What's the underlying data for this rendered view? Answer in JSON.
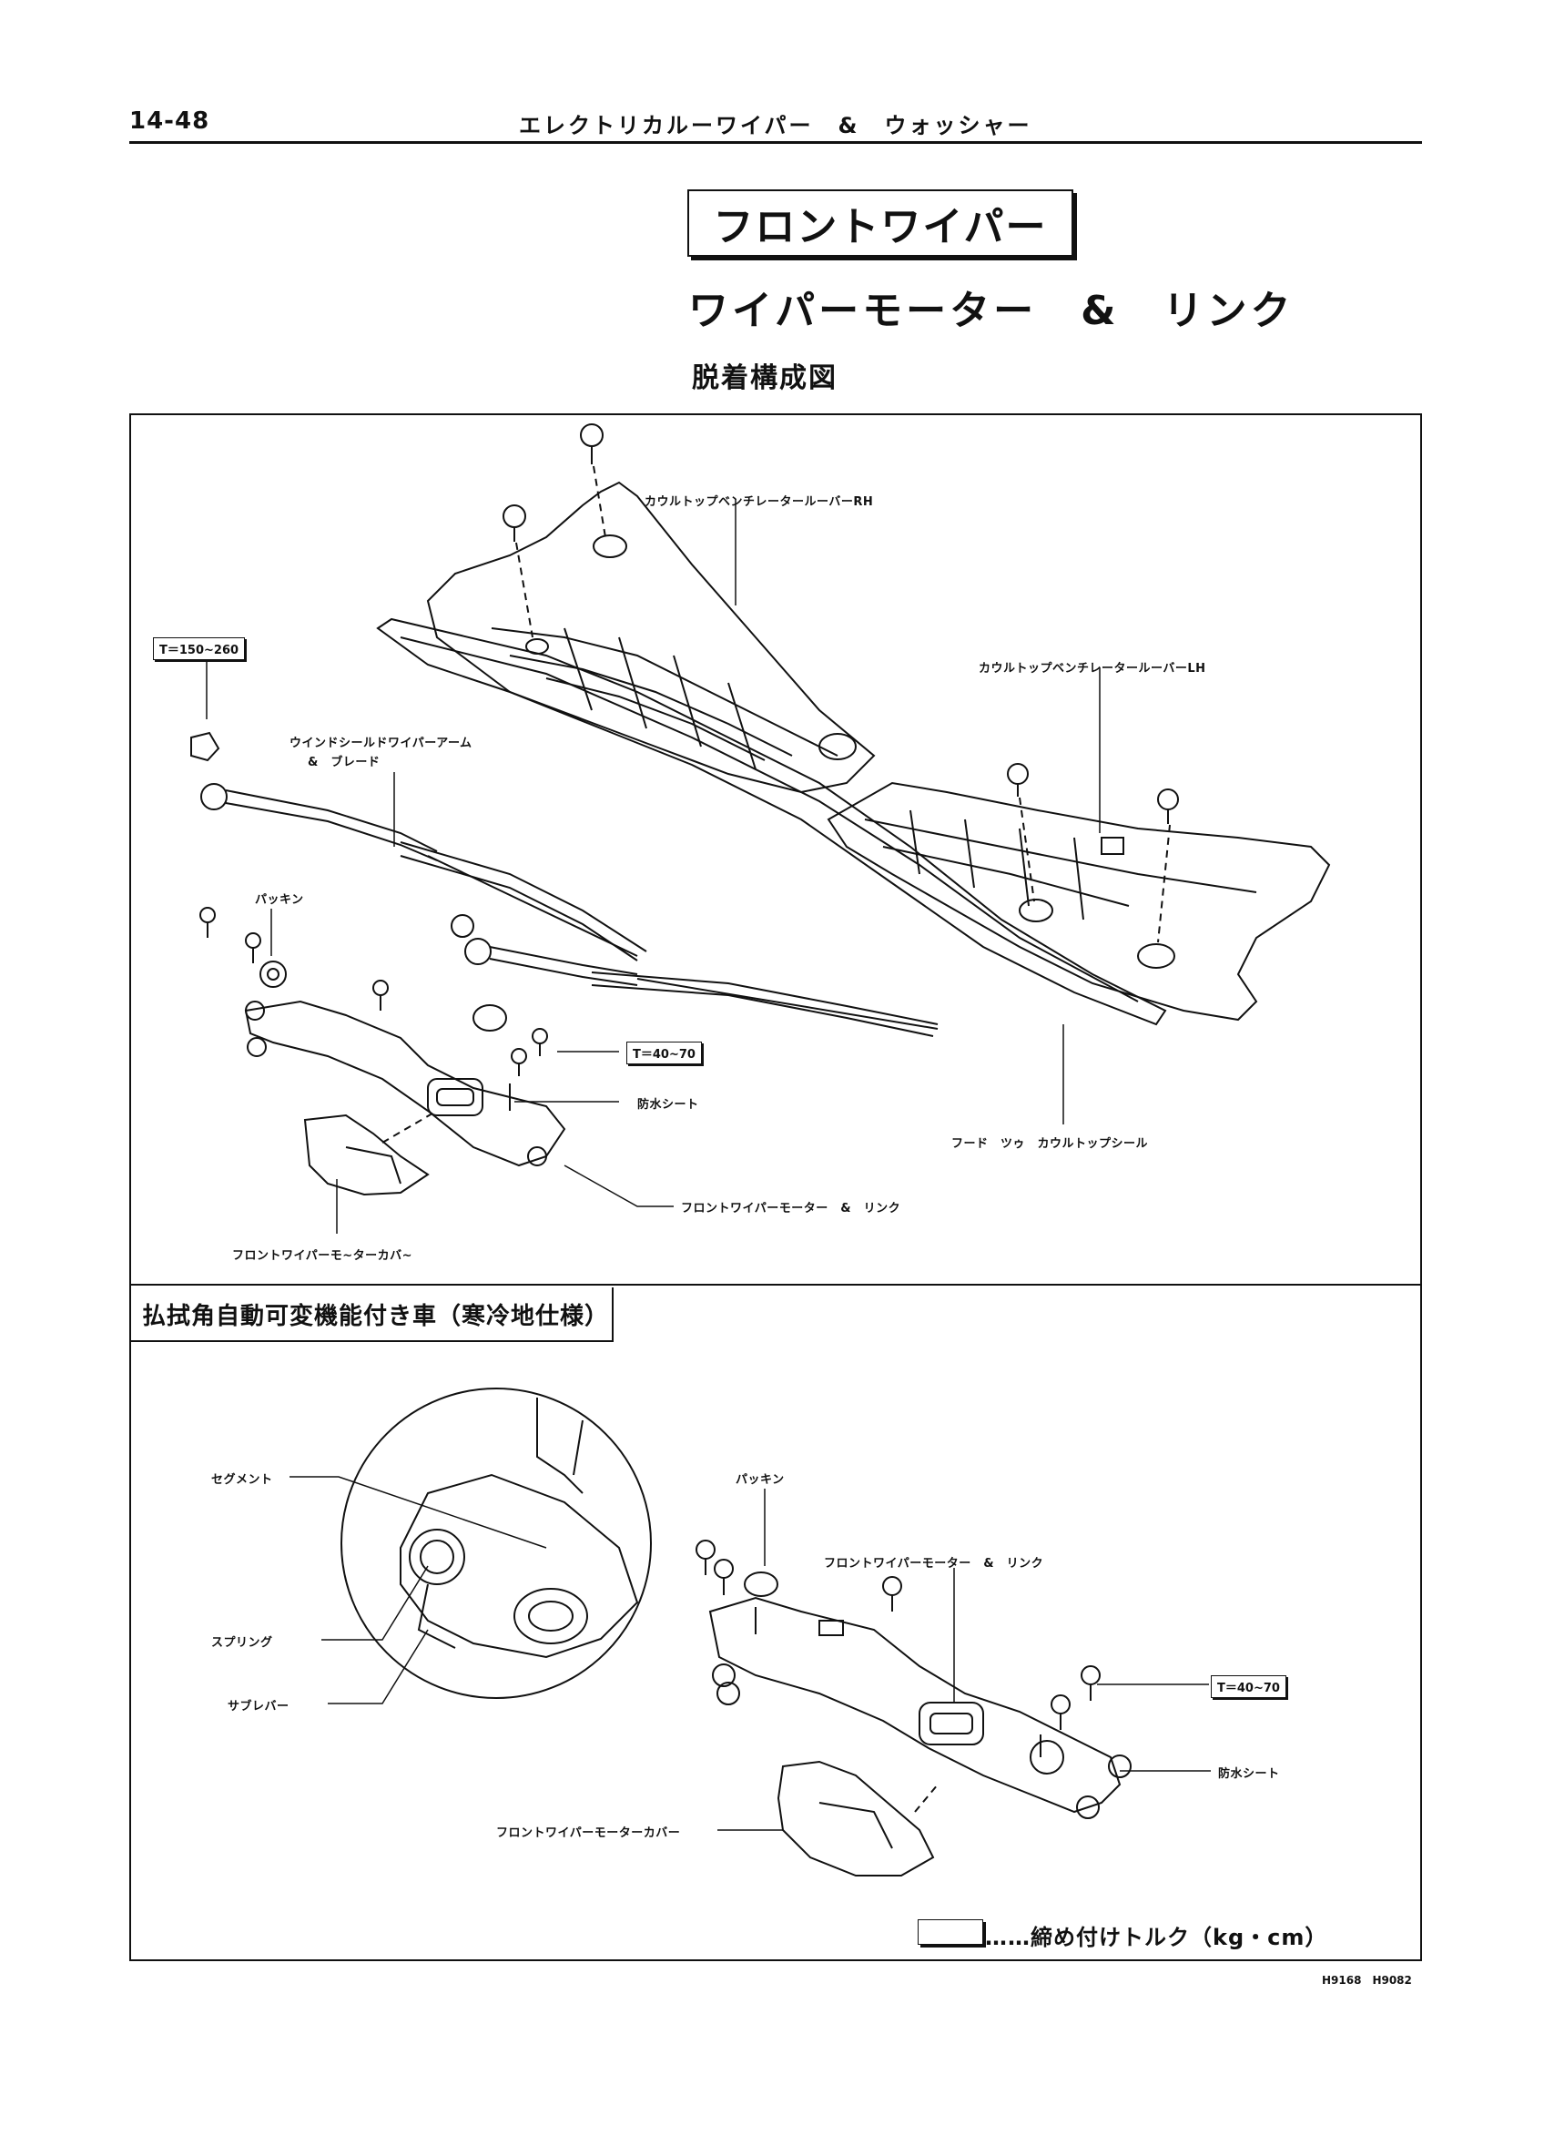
{
  "header": {
    "page_number": "14-48",
    "running_title": "エレクトリカルーワイパー　&　ウォッシャー"
  },
  "section": {
    "title": "フロントワイパー",
    "subtitle": "ワイパーモーター　&　リンク",
    "diagram_heading": "脱着構成図"
  },
  "upper_diagram": {
    "labels": {
      "louver_rh": "カウルトップベンチレータールーバーRH",
      "louver_lh": "カウルトップベンチレータールーバーLH",
      "wiper_arm_line1": "ウインドシールドワイパーアーム",
      "wiper_arm_line2": "&　ブレード",
      "packing": "パッキン",
      "waterproof_sheet": "防水シート",
      "hood_seal": "フード　ツゥ　カウルトップシール",
      "motor_link": "フロントワイパーモーター　&　リンク",
      "motor_cover": "フロントワイパーモ~ターカバ~"
    },
    "torques": {
      "arm_nut": "T＝150~260",
      "motor_bolt": "T＝40~70"
    }
  },
  "lower_diagram": {
    "variant_title": "払拭角自動可変機能付き車（寒冷地仕様）",
    "labels": {
      "segment": "セグメント",
      "spring": "スプリング",
      "sub_lever": "サブレバー",
      "packing": "パッキン",
      "motor_link": "フロントワイパーモーター　&　リンク",
      "waterproof_sheet": "防水シート",
      "motor_cover": "フロントワイパーモーターカバー"
    },
    "torques": {
      "motor_bolt": "T＝40~70"
    }
  },
  "legend": {
    "text": "……締め付けトルク（kg・cm）"
  },
  "figure_codes": "H9168　H9082"
}
